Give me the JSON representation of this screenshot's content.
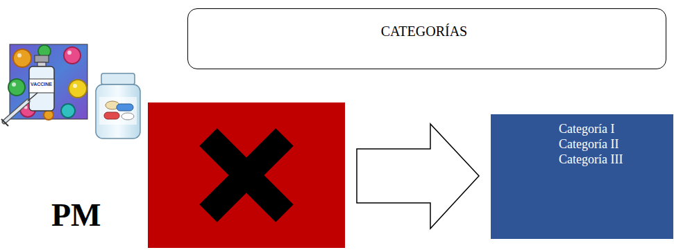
{
  "diagram": {
    "nodes": [
      {
        "text": [
          "CATEGORÍAS"
        ]
      },
      {
        "text": [
          "Categoría I",
          "Categoría II",
          "Categoría III"
        ]
      }
    ],
    "labels": [
      "PM",
      "VACCINE"
    ]
  }
}
